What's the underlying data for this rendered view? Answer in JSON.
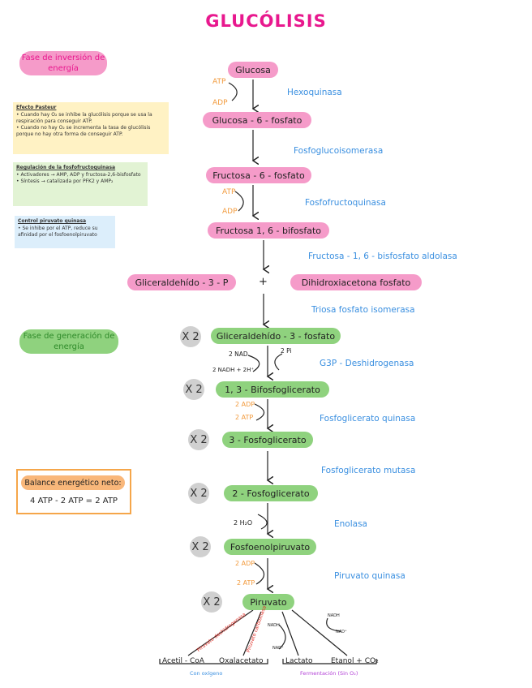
{
  "title": "GLUCÓLISIS",
  "phases": {
    "investment": "Fase de inversión de energía",
    "generation": "Fase de generación de energía"
  },
  "notes": {
    "pasteur": {
      "title": "Efecto Pasteur",
      "lines": [
        "• Cuando hay O₂ se inhibe la glucólisis porque se usa la respiración para conseguir ATP.",
        "• Cuando no hay O₂ se incrementa la tasa de glucólisis porque no hay otra forma de conseguir ATP."
      ]
    },
    "pfk": {
      "title": "Regulación de la fosfofructoquinasa",
      "lines": [
        "• Activadores → AMP, ADP y fructosa-2,6-bisfosfato",
        "• Síntesis → catalizada por PFK2 y AMP₂"
      ]
    },
    "pk": {
      "title": "Control piruvato quinasa",
      "lines": [
        "• Se inhibe por el ATP, reduce su afinidad por el fosfoenolpiruvato"
      ]
    }
  },
  "balance": {
    "title": "Balance energético neto:",
    "equation": "4 ATP - 2 ATP = 2 ATP"
  },
  "metabolites": {
    "glucosa": "Glucosa",
    "g6p": "Glucosa - 6 - fosfato",
    "f6p": "Fructosa - 6 - fosfato",
    "f16bp": "Fructosa 1, 6 - bifosfato",
    "gap": "Gliceraldehído - 3 - P",
    "plus": "+",
    "dhap": "Dihidroxiacetona fosfato",
    "gap2": "Gliceraldehído - 3 - fosfato",
    "bpg": "1, 3 - Bifosfoglicerato",
    "pg3": "3 - Fosfoglicerato",
    "pg2": "2 - Fosfoglicerato",
    "pep": "Fosfoenolpiruvato",
    "pyr": "Piruvato"
  },
  "enzymes": {
    "hk": "Hexoquinasa",
    "pgi": "Fosfoglucoisomerasa",
    "pfk": "Fosfofructoquinasa",
    "ald": "Fructosa - 1, 6 - bisfosfato aldolasa",
    "tpi": "Triosa fosfato isomerasa",
    "gapdh": "G3P - Deshidrogenasa",
    "pgk": "Fosfoglicerato quinasa",
    "pgm": "Fosfoglicerato mutasa",
    "eno": "Enolasa",
    "pk": "Piruvato quinasa"
  },
  "cofactors": {
    "atp1": "ATP",
    "adp1": "ADP",
    "atp2": "ATP",
    "adp2": "ADP",
    "nad": "2 NAD",
    "pi": "2 Pi",
    "nadh": "2 NADH + 2H⁺",
    "adp3": "2 ADP",
    "atp3": "2 ATP",
    "h2o": "2 H₂O",
    "adp4": "2 ADP",
    "atp4": "2 ATP"
  },
  "multiplier": "X 2",
  "fates": {
    "acetil": "Acetil - CoA",
    "oxal": "Oxalacetato",
    "lact": "Lactato",
    "etanol": "Etanol + CO₂",
    "aerobic": "Con oxígeno",
    "ferment": "Fermentación (Sin O₂)",
    "pdh": "Piruvato deshidrogenasa",
    "pc": "Piruvato carboxilasa",
    "nadh_l": "NADH",
    "nad_l": "NAD⁺",
    "nadh_e": "NADH",
    "nad_e": "NAD⁺"
  },
  "colors": {
    "title": "#e8188e",
    "pink_pill": "#f59bc9",
    "green_pill": "#8fd27e",
    "enzyme": "#3a8fe0",
    "cofactor_orange": "#f29a3c",
    "balance_border": "#f5a64a",
    "red_label": "#e0322a",
    "aerobic_label": "#3a8fe0",
    "ferment_label": "#b23fd6"
  }
}
